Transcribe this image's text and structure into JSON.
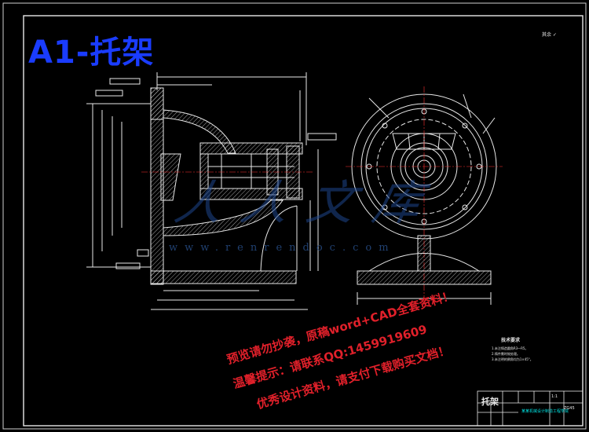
{
  "title": "A1-托架",
  "watermark": {
    "site": "www.renrendoc.com",
    "logo": "人人文库"
  },
  "promo_lines": [
    "预览请勿抄袭，原稿word+CAD全套资料！",
    "温馨提示：请联系QQ:1459919609",
    "优秀设计资料，请支付下载购买文档！"
  ],
  "tech_requirements": {
    "heading": "技术要求",
    "items": [
      "1.未注铸造圆角R3～R5。",
      "2.铸件需时效处理。",
      "3.未注明的倒角均为1×45°。"
    ]
  },
  "title_block": {
    "part_name": "托架",
    "drawing_code": "某某机械设计制造工程学院",
    "scale": "1:1",
    "unit": "ZG45"
  },
  "roughness_note": "其余 ✓"
}
